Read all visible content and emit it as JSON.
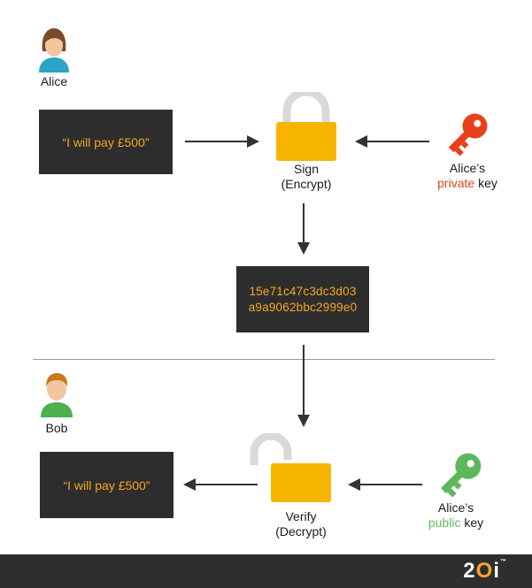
{
  "alice": {
    "name": "Alice",
    "message": "“I will pay £500”"
  },
  "sign": {
    "line1": "Sign",
    "line2": "(Encrypt)"
  },
  "private_key": {
    "owner": "Alice’s",
    "type": "private",
    "suffix": "key",
    "color": "#e8401c"
  },
  "hash": {
    "line1": "15e71c47c3dc3d03",
    "line2": "a9a9062bbc2999e0"
  },
  "bob": {
    "name": "Bob",
    "message": "“I will pay £500”"
  },
  "verify": {
    "line1": "Verify",
    "line2": "(Decrypt)"
  },
  "public_key": {
    "owner": "Alice’s",
    "type": "public",
    "suffix": "key",
    "color": "#5db85c"
  },
  "brand": {
    "logo_main": "2",
    "logo_o": "O",
    "logo_end": "i",
    "tm": "™"
  },
  "colors": {
    "lock_body": "#f7b500",
    "lock_shackle": "#d9d9d9",
    "box_bg": "#2d2d2d",
    "box_text": "#f5a623"
  }
}
